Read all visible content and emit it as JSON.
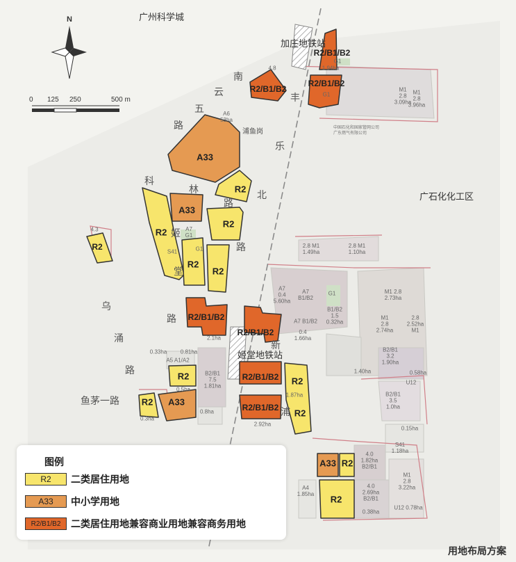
{
  "map": {
    "north_label": "N",
    "scale_labels": [
      "0",
      "125",
      "250",
      "500 m"
    ],
    "places": {
      "science_city": "广州科学城",
      "jiazhuang_station": "加庄地铁站",
      "jitang_station": "姬堂地铁站",
      "petrochem_zone": "广石化化工区",
      "puyugang": "浦鱼岗",
      "company_note_1": "中国石化和国家管网公司",
      "company_note_2": "广东燃气有限公司"
    },
    "roads": {
      "nanyun_1": "南",
      "nanyun_2": "云",
      "nanyun_3": "五",
      "nanyun_4": "路",
      "feng_1": "丰",
      "feng_2": "乐",
      "feng_3": "北",
      "feng_4": "路",
      "kelin_1": "科",
      "kelin_2": "林",
      "kelin_3": "路",
      "jitang_1": "姬",
      "jitang_2": "堂",
      "jitang_3": "路",
      "wuyong_1": "乌",
      "wuyong_2": "涌",
      "wuyong_3": "路",
      "xin": "新",
      "pu": "浦",
      "yumao": "鱼茅一路"
    },
    "zones": [
      "R2/B1/B2",
      "R2/B1/B2",
      "R2/B1/B2",
      "A33",
      "R2",
      "A33",
      "R2",
      "R2",
      "R2",
      "R2",
      "R2",
      "R2/B1/B2",
      "R2/B1/B2",
      "R2",
      "R2/B1/B2",
      "R2/B1/B2",
      "R2",
      "R2",
      "R2",
      "A33",
      "A33",
      "R2",
      "R2"
    ],
    "minor_codes": [
      "M1\n2.8\n3.09ha",
      "M1\n2.8\n3.96ha",
      "G1",
      "G1",
      "A7\nG1",
      "G1",
      "S41",
      "A6\n53ha",
      "4.8",
      "2.8 M1\n1.49ha",
      "2.8 M1\n1.10ha",
      "A7\n0.4\n5.60ha",
      "A7\nB1/B2",
      "G1",
      "B1/B2\n1.5\n0.32ha",
      "A7 B1/B2",
      "0.4\n1.66ha",
      "M1 2.8\n2.73ha",
      "M1\n2.8\n2.74ha",
      "2.8\n2.52ha\nM1",
      "1.40ha",
      "B2/B1\n3.2\n1.90ha",
      "0.58ha",
      "U12",
      "B2/B1\n3.5\n1.0ha",
      "0.15ha",
      "S41\n1.18ha",
      "4.0\n1.82ha\nB2/B1",
      "4.0\n2.69ha\nB2/B1",
      "M1\n2.8\n3.22ha",
      "U12 0.78ha",
      "0.38ha",
      "A4\n1.85ha",
      "4.3",
      "0.33ha",
      "0.81ha",
      "A5 A1/A2",
      "B2/B1\n7.5\n1.81ha",
      "0.8ha",
      "0.3ha",
      "0.5ha",
      "1.87ha",
      "2.92ha",
      "2.1ha",
      "1.94ha"
    ]
  },
  "legend": {
    "title": "图例",
    "items": [
      {
        "code": "R2",
        "color": "#f7e56c",
        "desc": "二类居住用地"
      },
      {
        "code": "A33",
        "color": "#e59a52",
        "desc": "中小学用地"
      },
      {
        "code": "R2/B1/B2",
        "color": "#e0672a",
        "desc": "二类居住用地兼容商业用地兼容商务用地"
      }
    ]
  },
  "caption": "用地布局方案"
}
